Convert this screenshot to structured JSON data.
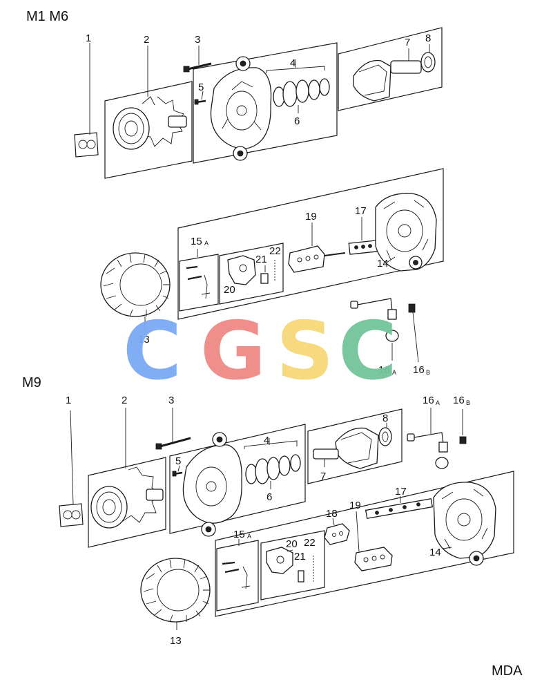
{
  "sections": [
    {
      "id": "top",
      "title": "M1 M6"
    },
    {
      "id": "bottom",
      "title": "M9"
    }
  ],
  "footer_code": "MDA",
  "watermark": {
    "letters": [
      {
        "char": "C",
        "color": "#7aa9f3"
      },
      {
        "char": "G",
        "color": "#ef8a86"
      },
      {
        "char": "S",
        "color": "#f7d77a"
      },
      {
        "char": "C",
        "color": "#73c49a"
      }
    ]
  },
  "callouts_top": {
    "c1": "1",
    "c2": "2",
    "c3": "3",
    "c4": "4",
    "c5": "5",
    "c6": "6",
    "c7": "7",
    "c8": "8",
    "c13": "13",
    "c14": "14",
    "c15": "15",
    "c15s": "A",
    "c16a": "16",
    "c16as": "A",
    "c16b": "16",
    "c16bs": "B",
    "c17": "17",
    "c19": "19",
    "c20": "20",
    "c21": "21",
    "c22": "22"
  },
  "callouts_bottom": {
    "c1": "1",
    "c2": "2",
    "c3": "3",
    "c4": "4",
    "c5": "5",
    "c6": "6",
    "c7": "7",
    "c8": "8",
    "c13": "13",
    "c14": "14",
    "c15": "15",
    "c15s": "A",
    "c16a": "16",
    "c16as": "A",
    "c16b": "16",
    "c16bs": "B",
    "c17": "17",
    "c18": "18",
    "c19": "19",
    "c20": "20",
    "c21": "21",
    "c22": "22"
  }
}
